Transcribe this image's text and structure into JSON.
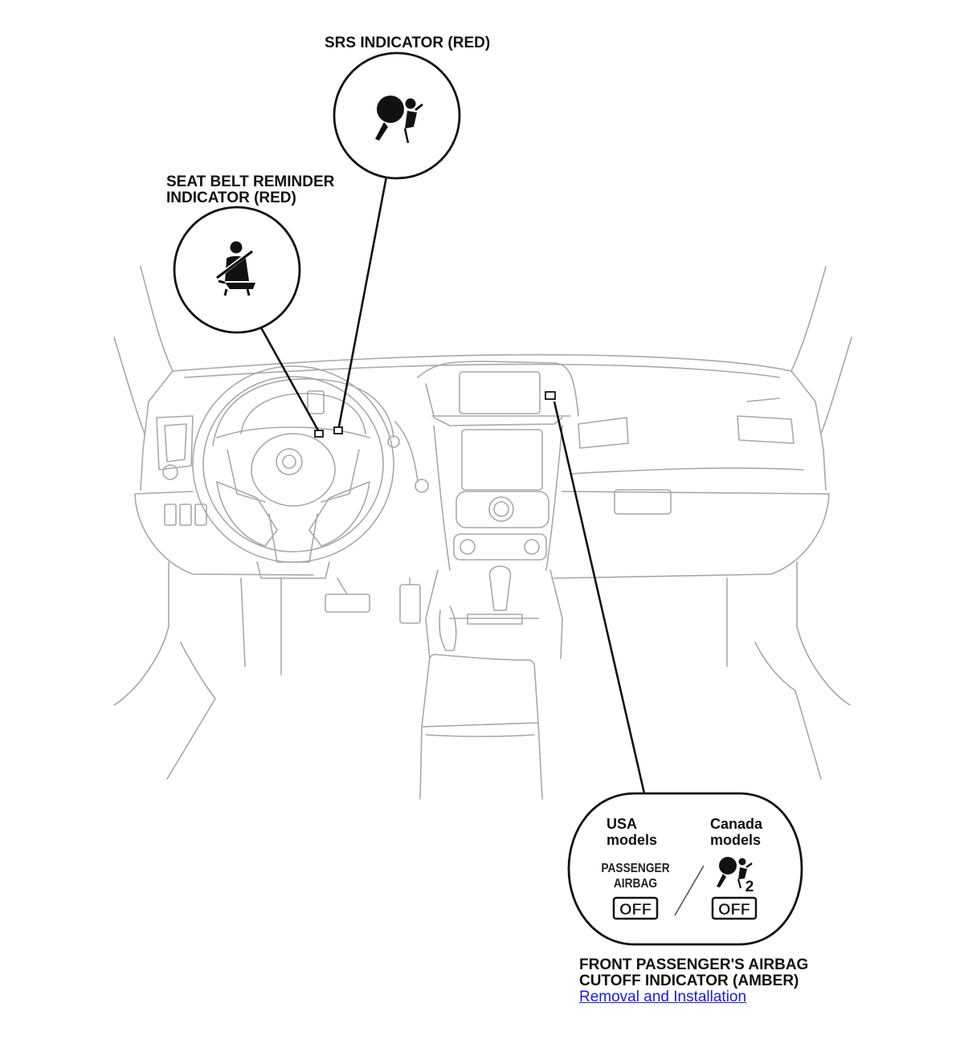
{
  "labels": {
    "srs_indicator": "SRS INDICATOR (RED)",
    "seat_belt_line1": "SEAT BELT REMINDER",
    "seat_belt_line2": "INDICATOR (RED)",
    "front_passenger_line1": "FRONT PASSENGER'S AIRBAG",
    "front_passenger_line2": "CUTOFF INDICATOR (AMBER)"
  },
  "callout": {
    "usa_line1": "USA",
    "usa_line2": "models",
    "canada_line1": "Canada",
    "canada_line2": "models",
    "passenger_airbag_line1": "PASSENGER",
    "passenger_airbag_line2": "AIRBAG",
    "off_text": "OFF",
    "seat_number": "2"
  },
  "link": {
    "removal_installation": "Removal and Installation"
  },
  "icons": {
    "srs": "airbag-icon",
    "seat_belt": "seat-belt-icon",
    "canada": "passenger-airbag-icon"
  },
  "colors": {
    "line": "#111111",
    "drawing": "#9a9a9a",
    "link": "#1a1aee"
  }
}
